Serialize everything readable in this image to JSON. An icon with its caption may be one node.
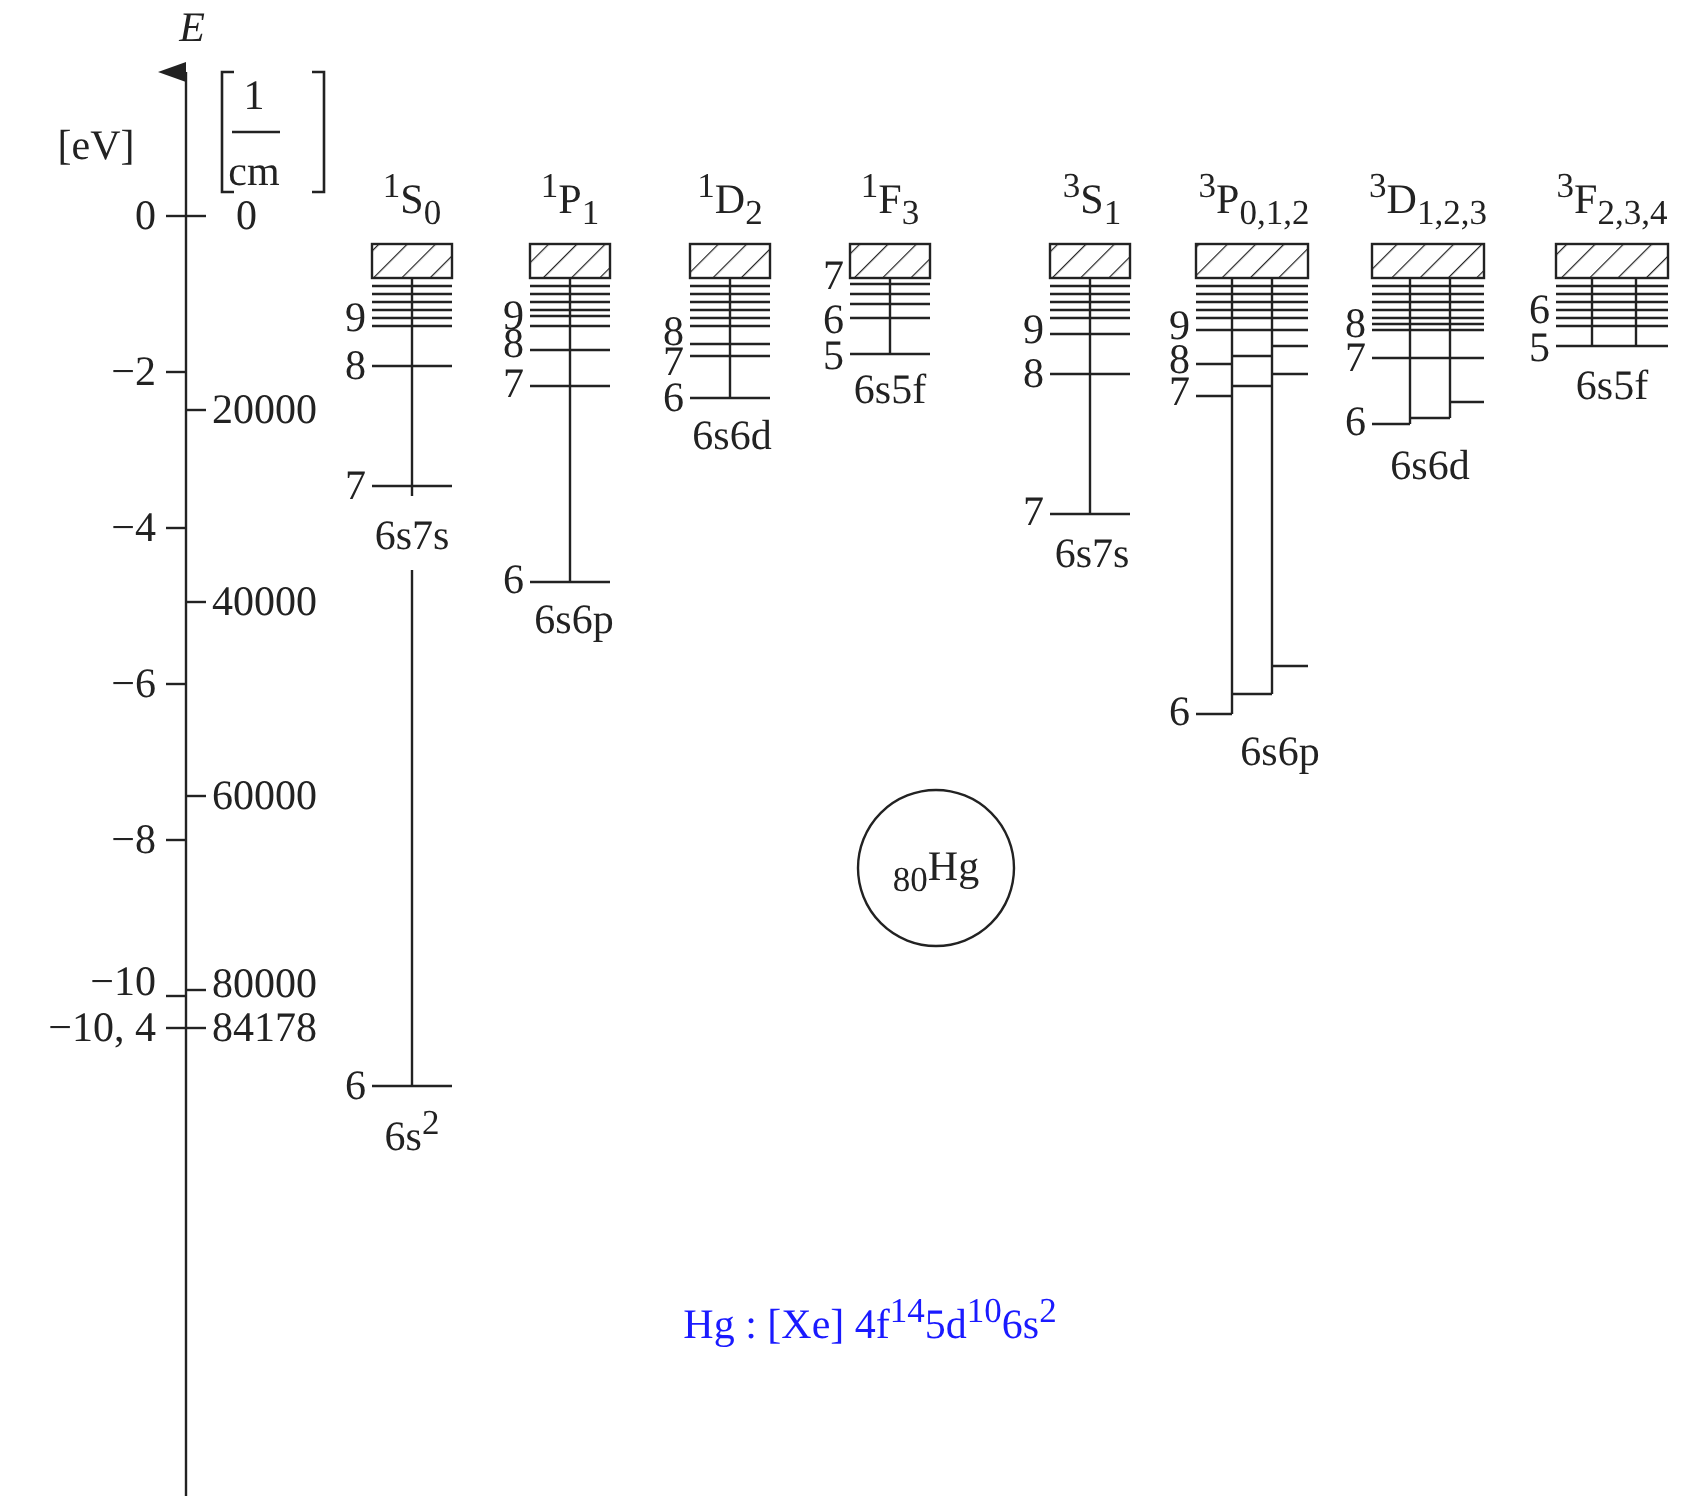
{
  "diagram": {
    "nodes": [
      {
        "text": [
          "$_{80}$Hg"
        ]
      }
    ],
    "labels": [
      "E",
      "[eV]",
      "1",
      "cm",
      "0",
      "−2",
      "−4",
      "−6",
      "−8",
      "−10",
      "−10, 4",
      "0",
      "20000",
      "40000",
      "60000",
      "80000",
      "84178",
      "$^{1}$S$_{0}$",
      "$^{1}$P$_{1}$",
      "$^{1}$D$_{2}$",
      "$^{1}$F$_{3}$",
      "$^{3}$S$_{1}$",
      "$^{3}$P$_{0,1,2}$",
      "$^{3}$D$_{1,2,3}$",
      "$^{3}$F$_{2,3,4}$",
      "9",
      "8",
      "7",
      "6s7s",
      "6",
      "6s$^{2}$",
      "9",
      "8",
      "7",
      "6",
      "6s6p",
      "8",
      "7",
      "6",
      "6s6d",
      "7",
      "6",
      "5",
      "6s5f",
      "9",
      "8",
      "7",
      "6s7s",
      "9",
      "8",
      "7",
      "6",
      "6s6p",
      "8",
      "7",
      "6",
      "6s6d",
      "6",
      "5",
      "6s5f",
      "Hg : [Xe] 4f$^{14}$5d$^{10}$6s$^{2}$"
    ]
  }
}
